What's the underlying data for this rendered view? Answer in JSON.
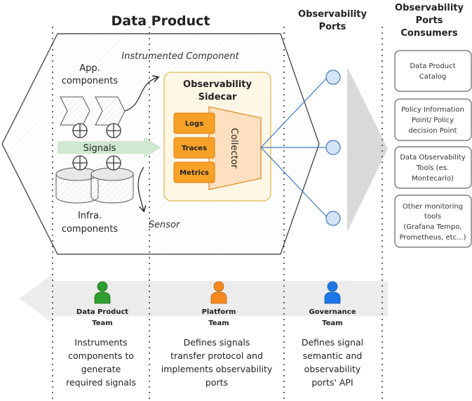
{
  "title": "Data Product",
  "columns": {
    "ports_heading": [
      "Observability",
      "Ports"
    ],
    "consumers_heading": [
      "Observability",
      "Ports",
      "Consumers"
    ]
  },
  "component": {
    "label": "Instrumented Component",
    "app_label": [
      "App.",
      "components"
    ],
    "infra_label": [
      "Infra.",
      "components"
    ],
    "signals_label": "Signals",
    "sensor_label": "Sensor"
  },
  "sidecar": {
    "title": [
      "Observability",
      "Sidecar"
    ],
    "signals": [
      "Logs",
      "Traces",
      "Metrics"
    ],
    "collector_label": "Collector",
    "accent": "#f7a128"
  },
  "consumers": [
    {
      "lines": [
        "Data Product",
        "Catalog"
      ]
    },
    {
      "lines": [
        "Policy Information",
        "Point/ Policy",
        "decision Point"
      ]
    },
    {
      "lines": [
        "Data Observability",
        "Tools (es.",
        "Montecarlo)"
      ]
    },
    {
      "lines": [
        "Other monitoring",
        "tools",
        "(Grafana Tempo,",
        "Prometheus, etc...)"
      ]
    }
  ],
  "teams": [
    {
      "name": [
        "Data Product",
        "Team"
      ],
      "color": "#2e9e2e",
      "description": [
        "Instruments",
        "components to",
        "generate",
        "required signals"
      ]
    },
    {
      "name": [
        "Platform",
        "Team"
      ],
      "color": "#f7891e",
      "description": [
        "Defines signals",
        "transfer protocol and",
        "implements observability",
        "ports"
      ]
    },
    {
      "name": [
        "Governance",
        "Team"
      ],
      "color": "#1e77e6",
      "description": [
        "Defines signal",
        "semantic and",
        "observability",
        "ports' API"
      ]
    }
  ]
}
